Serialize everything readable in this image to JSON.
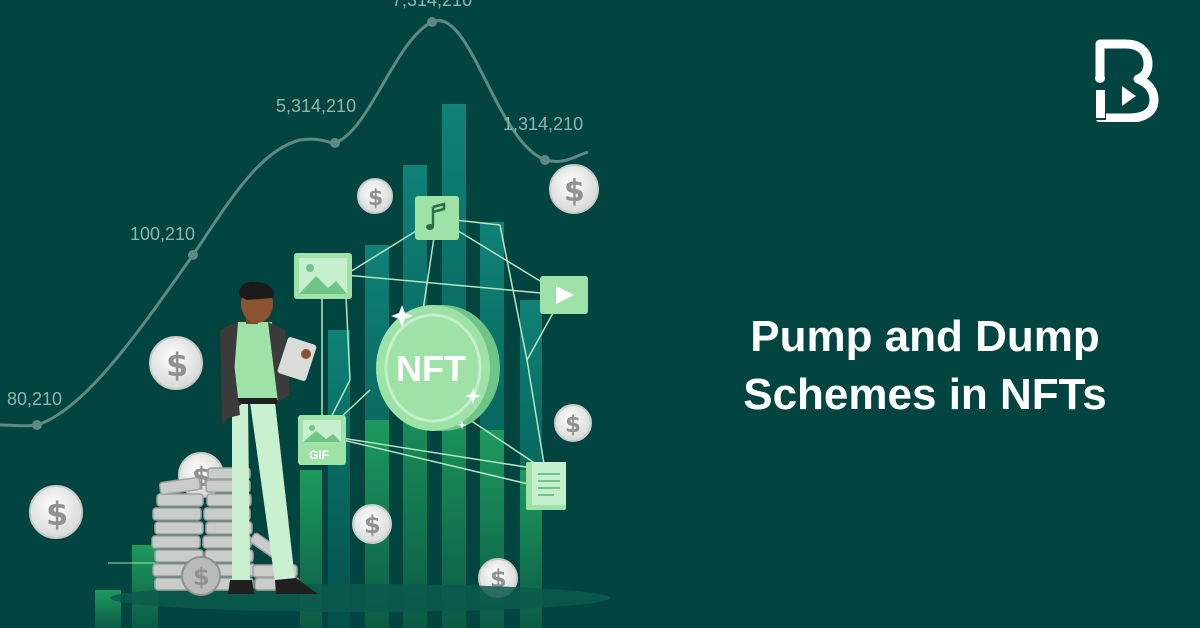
{
  "headline": {
    "line1": "Pump and Dump",
    "line2": "Schemes in NFTs"
  },
  "logo": {
    "icon": "brand-b-logo-icon",
    "color": "#ffffff"
  },
  "price_labels": [
    "80,210",
    "100,210",
    "5,314,210",
    "7,314,210",
    "1,314,210"
  ],
  "nft_coin": {
    "label": "NFT"
  },
  "gif_card": {
    "label": "GIF"
  },
  "icons": [
    "music-note-icon",
    "image-icon",
    "play-icon",
    "document-icon",
    "dollar-coin-icon"
  ],
  "colors": {
    "background": "#014440",
    "bar_teal": "#0b7a70",
    "bar_green": "#1a8f5a",
    "accent_mint": "#9ee2a8",
    "line": "#5f8a84"
  }
}
